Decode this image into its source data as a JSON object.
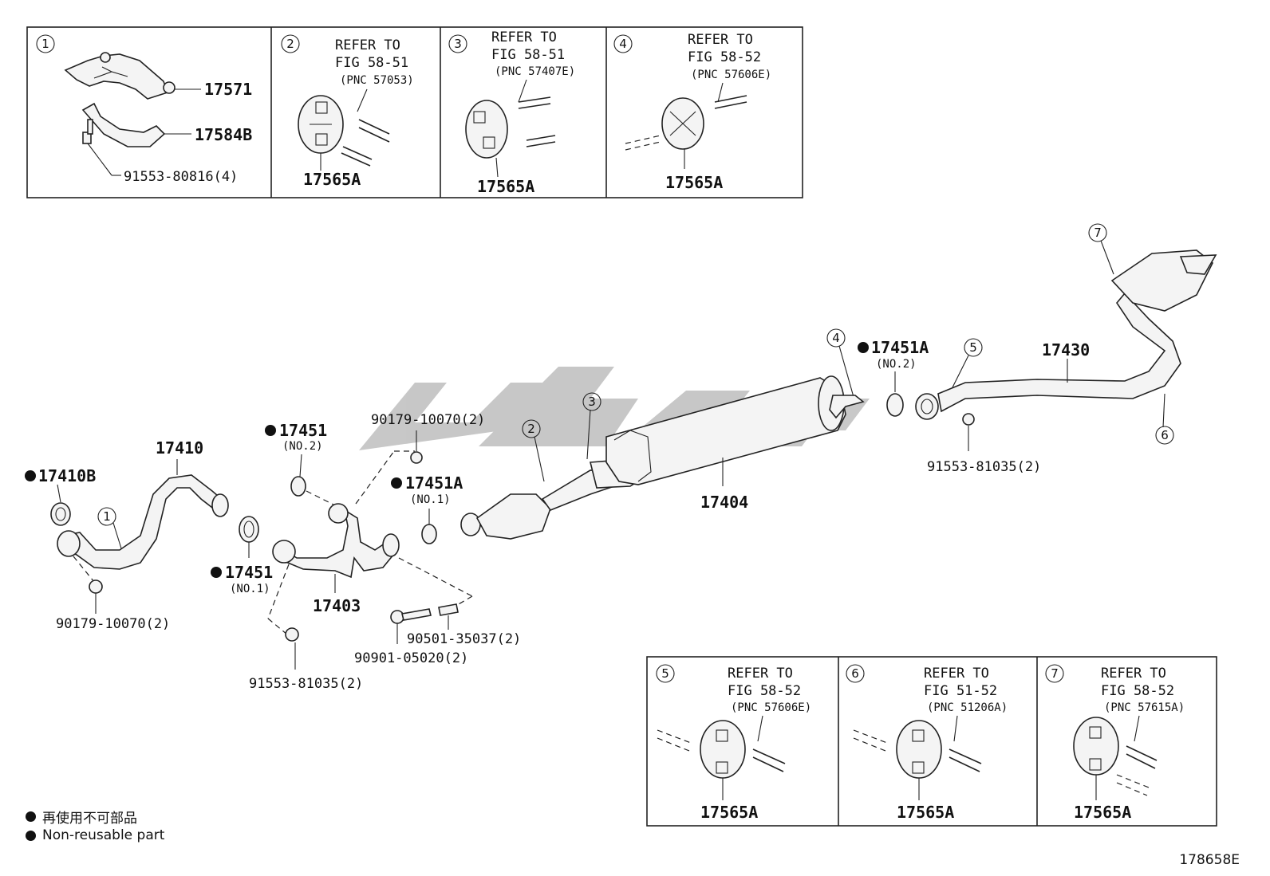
{
  "top_panels": [
    {
      "num": "1",
      "parts": [
        "17571",
        "17584B",
        "91553-80816(4)"
      ]
    },
    {
      "num": "2",
      "refer": [
        "REFER TO",
        "FIG 58-51",
        "(PNC 57053)"
      ],
      "part": "17565A"
    },
    {
      "num": "3",
      "refer": [
        "REFER TO",
        "FIG 58-51",
        "(PNC 57407E)"
      ],
      "part": "17565A"
    },
    {
      "num": "4",
      "refer": [
        "REFER TO",
        "FIG 58-52",
        "(PNC 57606E)"
      ],
      "part": "17565A"
    }
  ],
  "bottom_panels": [
    {
      "num": "5",
      "refer": [
        "REFER TO",
        "FIG 58-52",
        "(PNC 57606E)"
      ],
      "part": "17565A"
    },
    {
      "num": "6",
      "refer": [
        "REFER TO",
        "FIG 51-52",
        "(PNC 51206A)"
      ],
      "part": "17565A"
    },
    {
      "num": "7",
      "refer": [
        "REFER TO",
        "FIG 58-52",
        "(PNC 57615A)"
      ],
      "part": "17565A"
    }
  ],
  "callouts": [
    "1",
    "2",
    "3",
    "4",
    "5",
    "6",
    "7"
  ],
  "labels": {
    "p17410B": "17410B",
    "p17410": "17410",
    "p90179a": "90179-10070(2)",
    "p17451": "17451",
    "p17451_no1": "(NO.1)",
    "p17451_top": "17451",
    "p17451_no2": "(NO.2)",
    "p17403": "17403",
    "p91553a": "91553-81035(2)",
    "p90901": "90901-05020(2)",
    "p90501": "90501-35037(2)",
    "p90179b": "90179-10070(2)",
    "p17451A_no1": "17451A",
    "p17451A_no1_sub": "(NO.1)",
    "p17404": "17404",
    "p17451A_no2": "17451A",
    "p17451A_no2_sub": "(NO.2)",
    "p91553b": "91553-81035(2)",
    "p17430": "17430"
  },
  "legend": {
    "line1": "再使用不可部品",
    "line2": "Non-reusable part"
  },
  "figure_id": "178658E"
}
